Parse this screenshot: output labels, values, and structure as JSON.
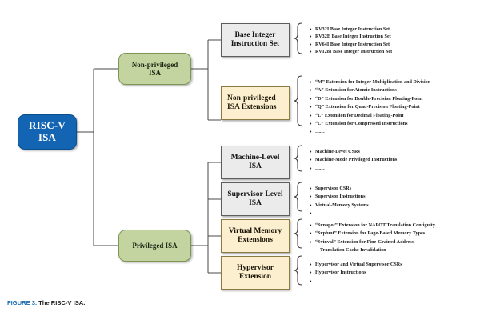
{
  "figure": {
    "number_label": "FIGURE 3.",
    "title": "The RISC-V ISA."
  },
  "colors": {
    "root_fill": "#1464b4",
    "root_text": "#ffffff",
    "green_fill": "#c3d4a0",
    "green_border": "#7e9451",
    "gray_fill": "#ebebeb",
    "gray_border": "#5d5d5d",
    "cream_fill": "#fbefcf",
    "cream_border": "#8a7a44",
    "connector": "#4a4a4a",
    "caption_accent": "#1a6bb0"
  },
  "diagram": {
    "type": "tree",
    "root": {
      "line1": "RISC-V",
      "line2": "ISA"
    },
    "level1": [
      {
        "line1": "Non-privileged",
        "line2": "ISA"
      },
      {
        "line1": "Privileged ISA",
        "line2": ""
      }
    ],
    "level2": [
      {
        "style": "gray",
        "align": "center",
        "line1": "Base Integer",
        "line2": "Instruction Set",
        "items": [
          "RV32I Base Integer Instruction Set",
          "RV32E Base Integer Instruction Set",
          "RV64I Base Integer Instruction Set",
          "RV128I Base Integer Instruction Set"
        ]
      },
      {
        "style": "cream",
        "align": "left",
        "line1": "Non-privileged",
        "line2": "ISA Extensions",
        "items": [
          "“M”  Extension for Integer Multiplication and Division",
          "“A”  Extension for Atomic Instructions",
          "“D”  Extension for Double-Precision Floating-Point",
          "“Q”  Extension for Quad-Precision Floating-Point",
          "“L”  Extension for Decimal Floating-Point",
          "“C”  Extension for Compressed Instructions",
          "……"
        ]
      },
      {
        "style": "gray",
        "align": "center",
        "line1": "Machine-Level",
        "line2": "ISA",
        "items": [
          "Machine-Level CSRs",
          "Machine-Mode Privileged Instructions",
          "……"
        ]
      },
      {
        "style": "gray",
        "align": "center",
        "line1": "Supervisor-Level",
        "line2": "ISA",
        "items": [
          "Supervisor CSRs",
          "Supervisor Instructions",
          "Virtual-Memory Systems",
          "……"
        ]
      },
      {
        "style": "cream",
        "align": "center",
        "line1": "Virtual Memory",
        "line2": "Extensions",
        "items": [
          "“Svnapot”  Extension for NAPOT Translation Contiguity",
          "“Svpbmt”  Extension for Page-Based Memory Types",
          "“Svinval”  Extension for Fine-Grained Address-",
          "Translation Cache Invalidation"
        ]
      },
      {
        "style": "cream",
        "align": "center",
        "line1": "Hypervisor",
        "line2": "Extension",
        "items": [
          "Hypervisor and Virtual Supervisor CSRs",
          "Hypervisor Instructions",
          "……"
        ]
      }
    ]
  }
}
